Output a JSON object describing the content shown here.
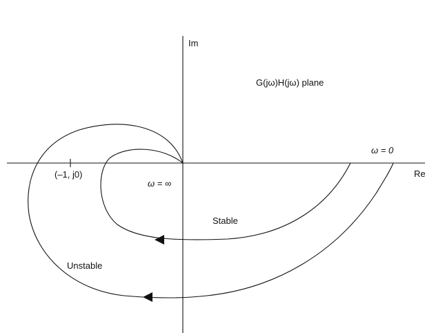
{
  "diagram": {
    "axis_labels": {
      "imaginary": "Im",
      "real": "Re"
    },
    "plane_title": "G(jω)H(jω)  plane",
    "critical_point": "(–1, j0)",
    "omega_zero": "ω = 0",
    "omega_infinity": "ω = ∞",
    "stable_label": "Stable",
    "unstable_label": "Unstable"
  }
}
